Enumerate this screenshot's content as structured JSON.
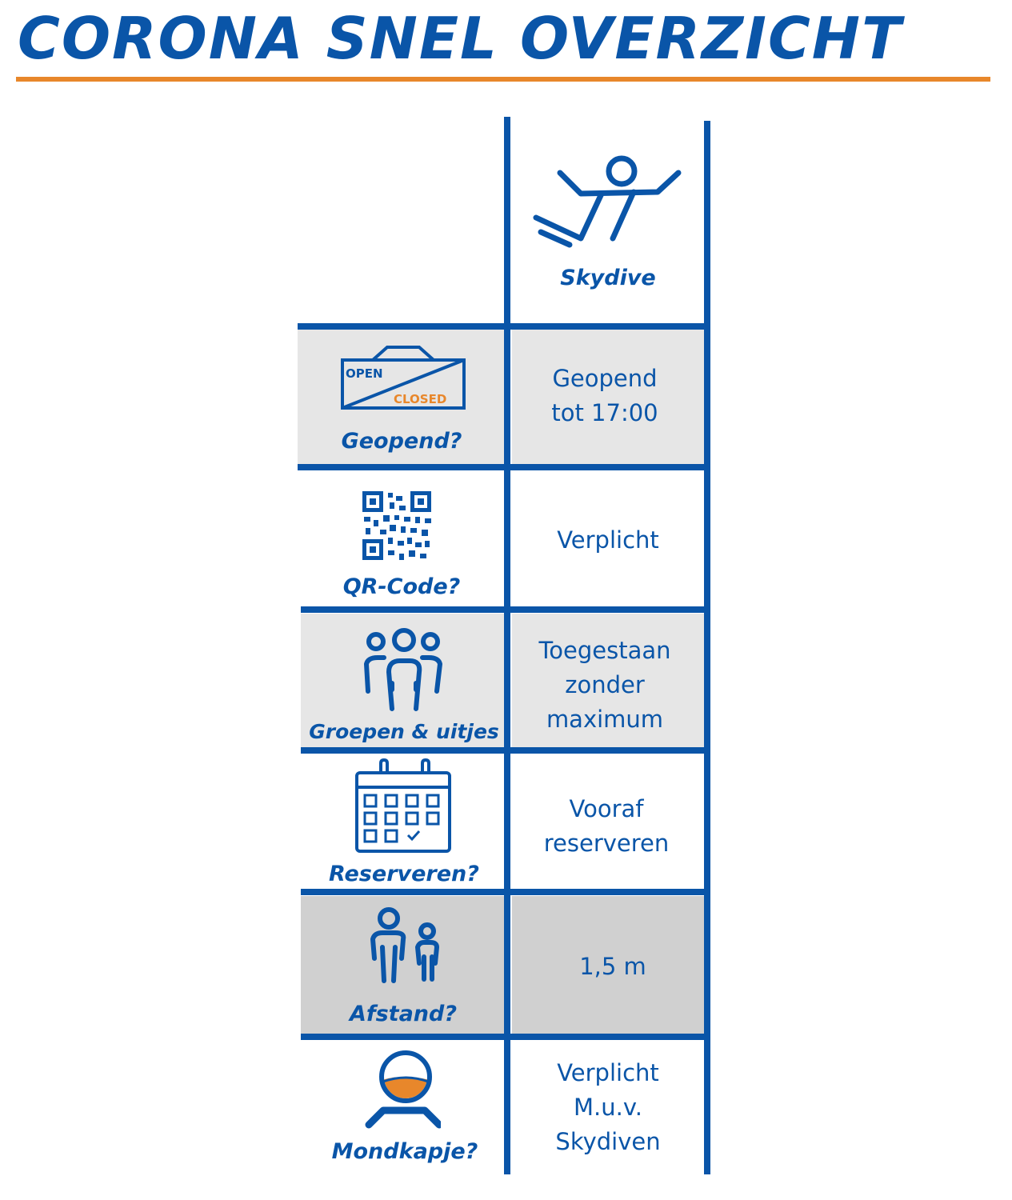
{
  "title": "CORONA SNEL OVERZICHT",
  "colors": {
    "primary": "#0a55a8",
    "accent": "#e8872b",
    "shade_light": "#e6e6e6",
    "shade_dark": "#d0d0d0"
  },
  "activity": {
    "label": "Skydive",
    "icon": "skydiver-icon"
  },
  "rows": [
    {
      "label": "Geopend?",
      "icon": "open-closed-sign-icon",
      "value": "Geopend\ntot 17:00",
      "sign_open": "OPEN",
      "sign_closed": "CLOSED"
    },
    {
      "label": "QR-Code?",
      "icon": "qr-code-icon",
      "value": "Verplicht"
    },
    {
      "label": "Groepen & uitjes",
      "icon": "group-icon",
      "value": "Toegestaan\nzonder\nmaximum"
    },
    {
      "label": "Reserveren?",
      "icon": "calendar-icon",
      "value": "Vooraf\nreserveren"
    },
    {
      "label": "Afstand?",
      "icon": "distance-icon",
      "value": "1,5  m"
    },
    {
      "label": "Mondkapje?",
      "icon": "face-mask-icon",
      "value": "Verplicht\nM.u.v.\nSkydiven"
    }
  ]
}
